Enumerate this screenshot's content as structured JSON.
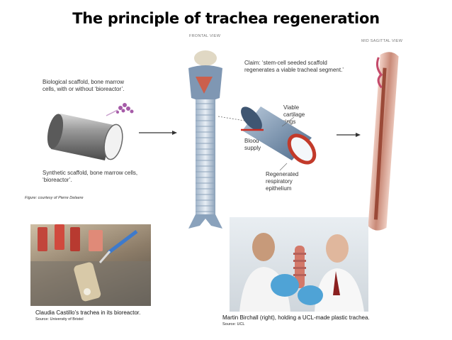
{
  "title": "The principle of trachea regeneration",
  "diagram": {
    "frontal_view_label": "FRONTAL VIEW",
    "mid_sagittal_label": "MID SAGITTAL VIEW",
    "bio_scaffold_text": "Biological scaffold, bone marrow cells, with or without ‘bioreactor’.",
    "synthetic_scaffold_text": "Synthetic scaffold, bone marrow cells, ‘bioreactor’.",
    "claim_text": "Claim: ‘stem-cell seeded scaffold regenerates a viable tracheal segment.’",
    "viable_cartilage_text": "Viable cartilage rings",
    "blood_supply_text": "Blood supply",
    "regenerated_epithelium_text": "Regenerated respiratory epithelium",
    "figure_credit": "Figure: courtesy of Pierre Delaere"
  },
  "photo_left": {
    "caption": "Claudia Castillo’s trachea in its bioreactor.",
    "source": "Source: University of Bristol"
  },
  "photo_right": {
    "caption": "Martin Birchall (right), holding a UCL-made plastic trachea.",
    "source": "Source: UCL"
  }
}
